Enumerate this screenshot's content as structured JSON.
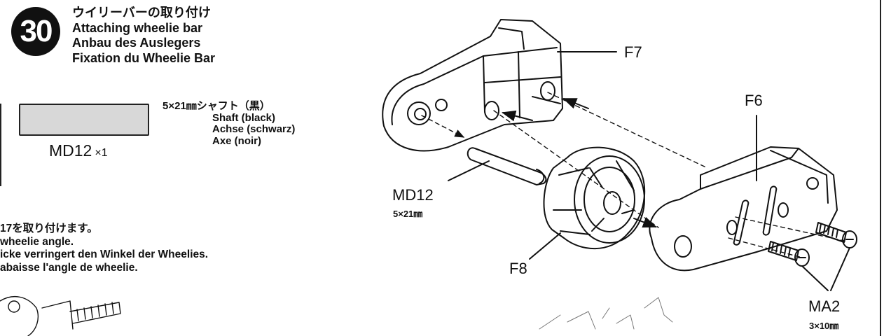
{
  "step": {
    "number": "30",
    "title_ja": "ウイリーバーの取り付け",
    "title_en": "Attaching wheelie bar",
    "title_de": "Anbau des Auslegers",
    "title_fr": "Fixation du Wheelie Bar"
  },
  "part": {
    "code": "MD12",
    "quantity": "×1",
    "spec_ja": "5×21㎜シャフト（黒）",
    "name_en": "Shaft (black)",
    "name_de": "Achse (schwarz)",
    "name_fr": "Axe (noir)"
  },
  "note": {
    "line_ja": "17を取り付けます。",
    "line_en": "wheelie angle.",
    "line_de": "icke verringert den Winkel der Wheelies.",
    "line_fr": "abaisse l'angle de wheelie."
  },
  "labels": {
    "f7": "F7",
    "f6": "F6",
    "md12": "MD12",
    "md12_size": "5×21㎜",
    "f8": "F8",
    "ma2": "MA2",
    "ma2_size": "3×10㎜"
  }
}
